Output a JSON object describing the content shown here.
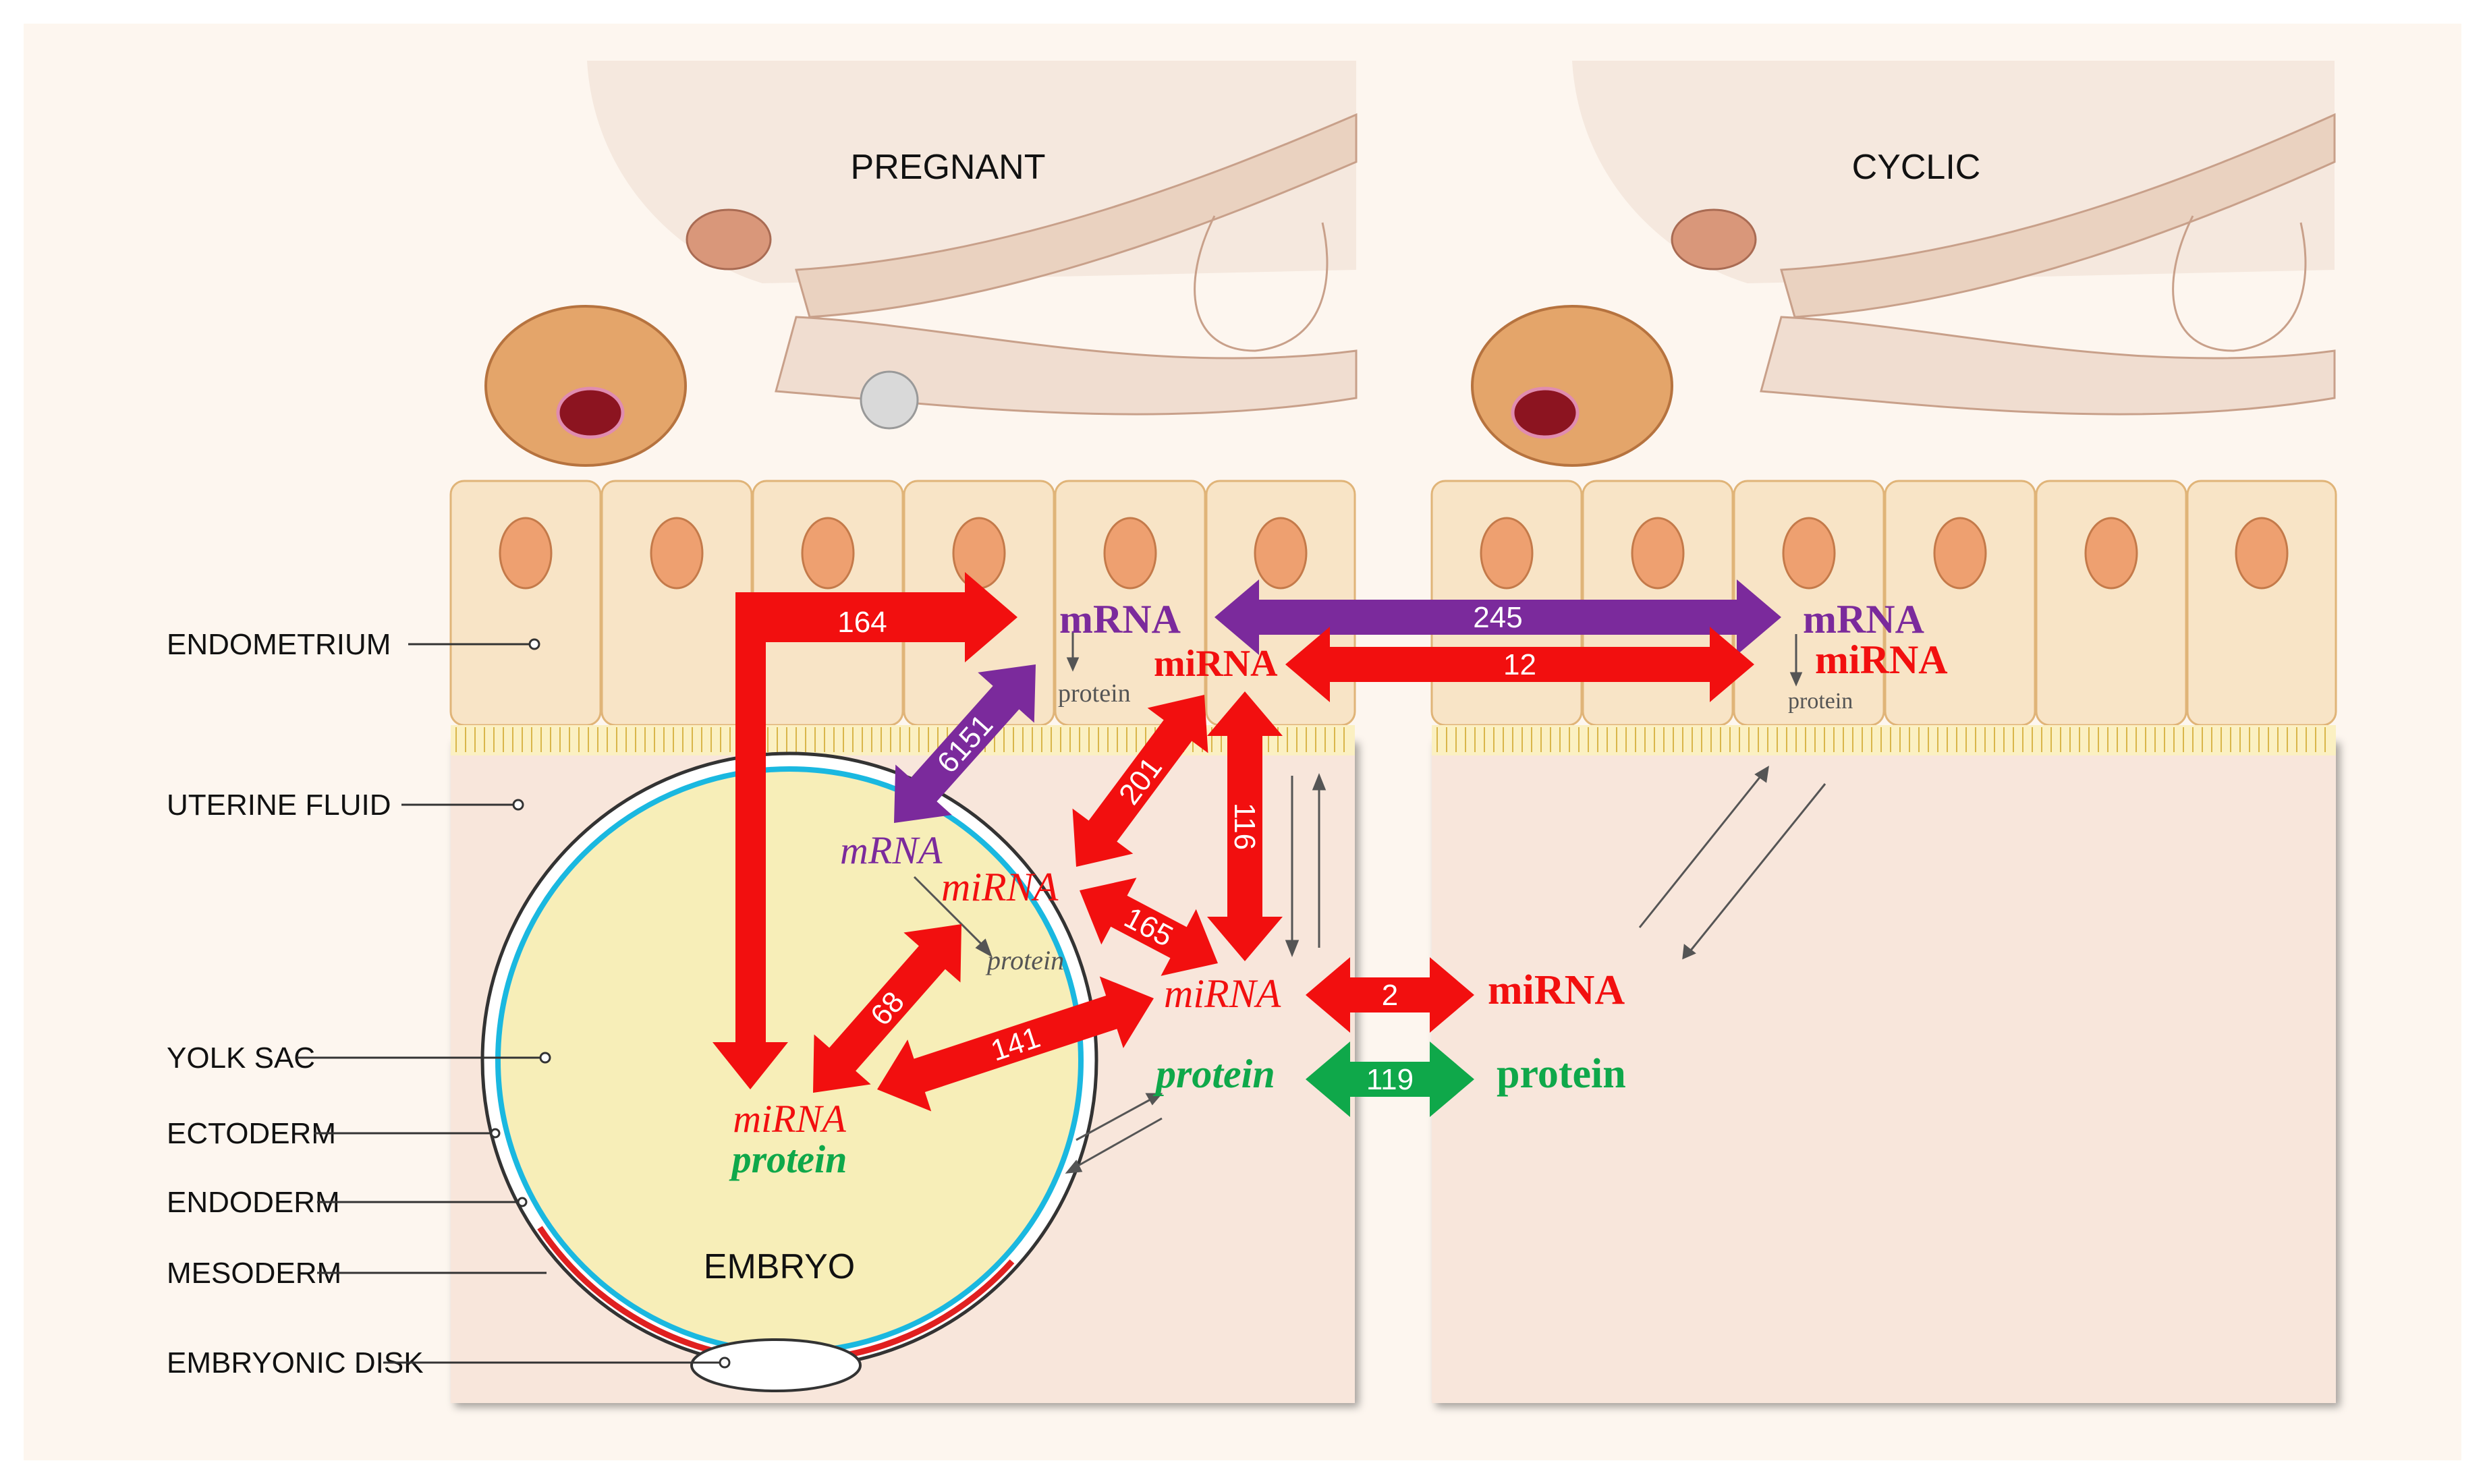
{
  "headers": {
    "pregnant": "PREGNANT",
    "cyclic": "CYCLIC"
  },
  "left_labels": {
    "endometrium": "ENDOMETRIUM",
    "uterine_fluid": "UTERINE FLUID",
    "yolk_sac": "YOLK SAC",
    "ectoderm": "ECTODERM",
    "endoderm": "ENDODERM",
    "mesoderm": "MESODERM",
    "embryonic_disk": "EMBRYONIC DISK"
  },
  "embryo_label": "EMBRYO",
  "molecules": {
    "endo_preg_mrna": "mRNA",
    "endo_preg_protein": "protein",
    "endo_preg_mirna": "miRNA",
    "endo_cyc_mrna": "mRNA",
    "endo_cyc_mirna": "miRNA",
    "endo_cyc_protein": "protein",
    "fluid_emb_mrna": "mRNA",
    "fluid_emb_mirna": "miRNA",
    "fluid_emb_protein": "protein",
    "fluid_preg_mirna": "miRNA",
    "fluid_preg_protein": "protein",
    "fluid_cyc_mirna": "miRNA",
    "fluid_cyc_protein": "protein",
    "embryo_mirna": "miRNA",
    "embryo_protein": "protein"
  },
  "arrow_counts": {
    "a164": "164",
    "a245": "245",
    "a12": "12",
    "a6151": "6151",
    "a201": "201",
    "a116": "116",
    "a165": "165",
    "a68": "68",
    "a141": "141",
    "a2": "2",
    "a119": "119"
  },
  "colors": {
    "mrna": "#7b2a9c",
    "mirna": "#f20f0f",
    "protein": "#0fa84a",
    "cell": "#f8e4c6",
    "nucleus": "#eea070",
    "fluid": "#f8e6db",
    "yolk": "#f7eeb8",
    "ectoderm": "#1ab8e0"
  }
}
